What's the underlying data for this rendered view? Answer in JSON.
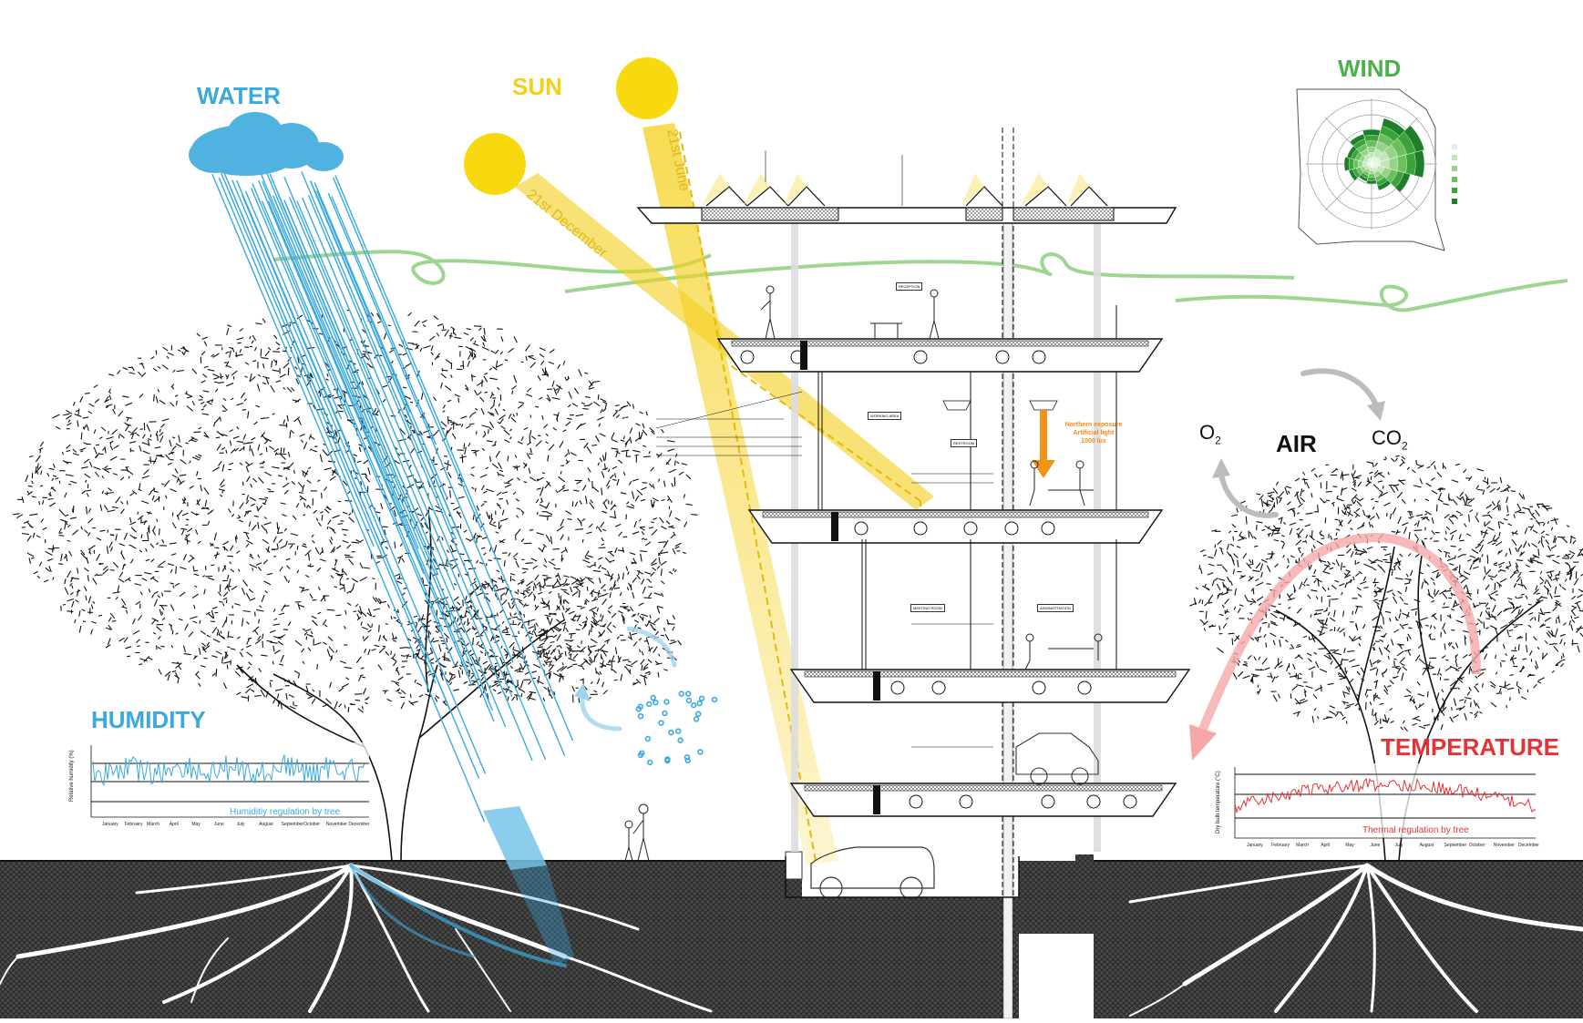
{
  "labels": {
    "water": "WATER",
    "sun": "SUN",
    "wind": "WIND",
    "humidity": "HUMIDITY",
    "temperature": "TEMPERATURE",
    "air": "AIR",
    "o2": "O",
    "co2": "CO"
  },
  "sun_paths": {
    "december": "21st December",
    "june": "21st June"
  },
  "humidity_chart": {
    "caption": "Humiditiy regulation by tree",
    "ylabel": "Relative humidity (%)",
    "months": [
      "January",
      "February",
      "March",
      "April",
      "May",
      "June",
      "July",
      "August",
      "September",
      "October",
      "November",
      "December"
    ]
  },
  "temperature_chart": {
    "caption": "Thermal regulation by tree",
    "ylabel": "Dry bulb temperature (°C)",
    "months": [
      "January",
      "February",
      "March",
      "April",
      "May",
      "June",
      "July",
      "August",
      "September",
      "October",
      "November",
      "December"
    ]
  },
  "building": {
    "light_note": "Northern exposure\nArtificial light\n1000 lux",
    "room_tags": [
      "RECEPTION",
      "WORKING AREA",
      "RESTROOM",
      "ADMINISTRATION",
      "MEETING ROOM"
    ]
  },
  "colors": {
    "water": "#3aa9dd",
    "sun": "#f4cf1a",
    "wind": "#4bb14a",
    "temperature": "#e63232",
    "ground": "#3a3a3a"
  }
}
